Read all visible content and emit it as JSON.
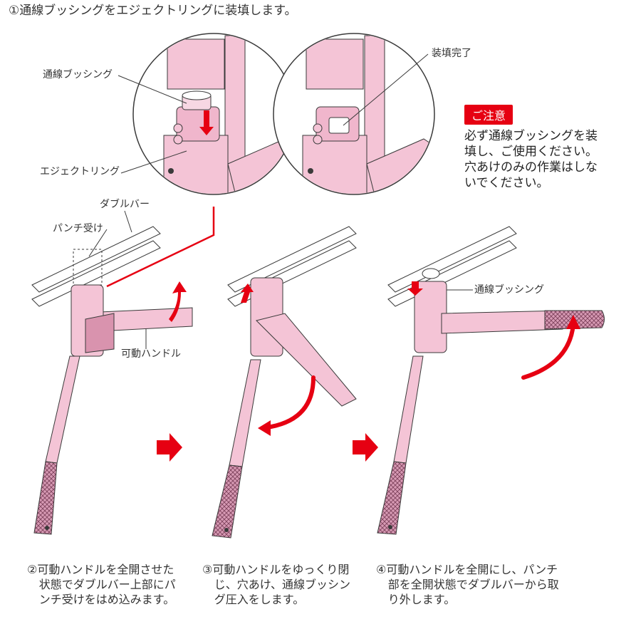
{
  "step1": "①通線ブッシングをエジェクトリングに装填します。",
  "labels": {
    "bushing_top": "通線ブッシング",
    "eject_ring": "エジェクトリング",
    "loaded": "装填完了",
    "double_bar": "ダブルバー",
    "punch_receiver": "パンチ受け",
    "movable_handle": "可動ハンドル",
    "bushing_right": "通線ブッシング"
  },
  "caution": {
    "badge": "ご注意",
    "text": "必ず通線ブッシングを装填し、ご使用ください。穴あけのみの作業はしないでください。"
  },
  "captions": {
    "step2": "②可動ハンドルを全開させた状態でダブルバー上部にパンチ受けをはめ込みます。",
    "step3": "③可動ハンドルをゆっくり閉じ、穴あけ、通線ブッシング圧入をします。",
    "step4": "④可動ハンドルを全開にし、パンチ部を全開状態でダブルバーから取り外します。"
  },
  "colors": {
    "tool_pink": "#f4c4d6",
    "tool_dark": "#d993ae",
    "grip": "#c98aa5",
    "arrow_red": "#e60012",
    "outline": "#3a3a3a"
  },
  "icons": [
    "direction-arrow-icon",
    "swing-arrow-icon",
    "step-arrow-icon"
  ]
}
